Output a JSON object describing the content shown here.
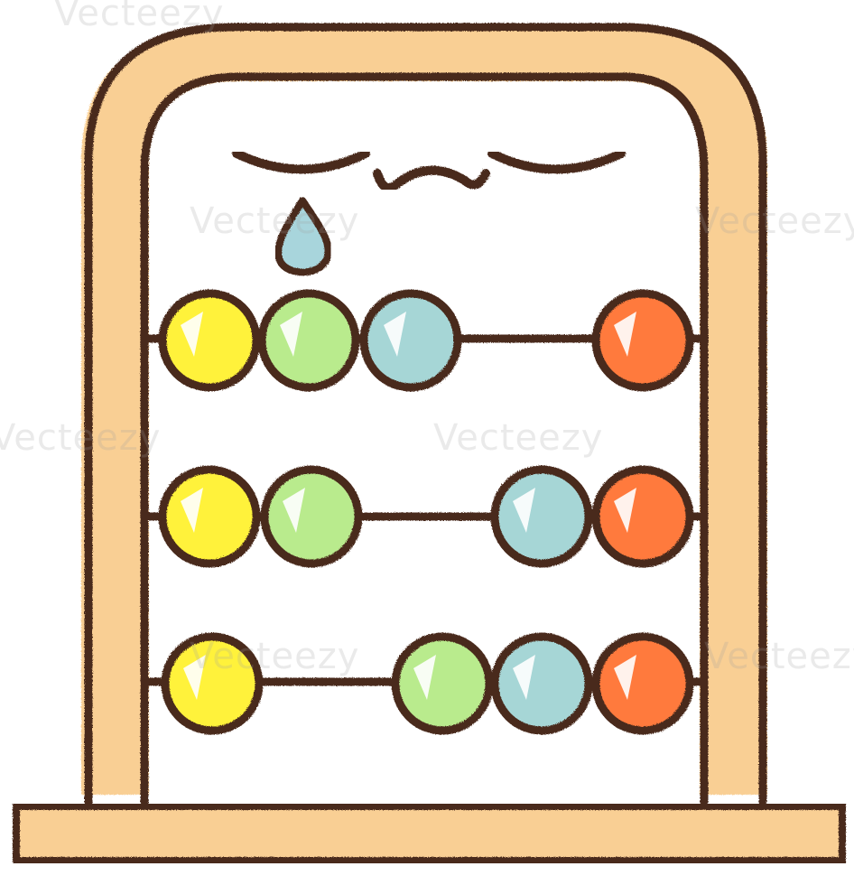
{
  "illustration": {
    "subject": "sad-crying-abacus",
    "style": "chalk-crayon",
    "colors": {
      "outline": "#4a2a1c",
      "frame_fill": "#f9cf94",
      "yellow_bead": "#fff23a",
      "green_bead": "#b9eb8d",
      "blue_bead": "#a6d6d6",
      "orange_bead": "#ff7a3d",
      "tear": "#a8d5dc",
      "background": "#ffffff"
    },
    "rows": [
      {
        "beads": [
          "yellow",
          "green",
          "blue",
          "orange"
        ]
      },
      {
        "beads": [
          "yellow",
          "green",
          "blue",
          "orange"
        ]
      },
      {
        "beads": [
          "yellow",
          "green",
          "blue",
          "orange"
        ]
      }
    ]
  },
  "watermark": {
    "text": "Vecteezy"
  }
}
